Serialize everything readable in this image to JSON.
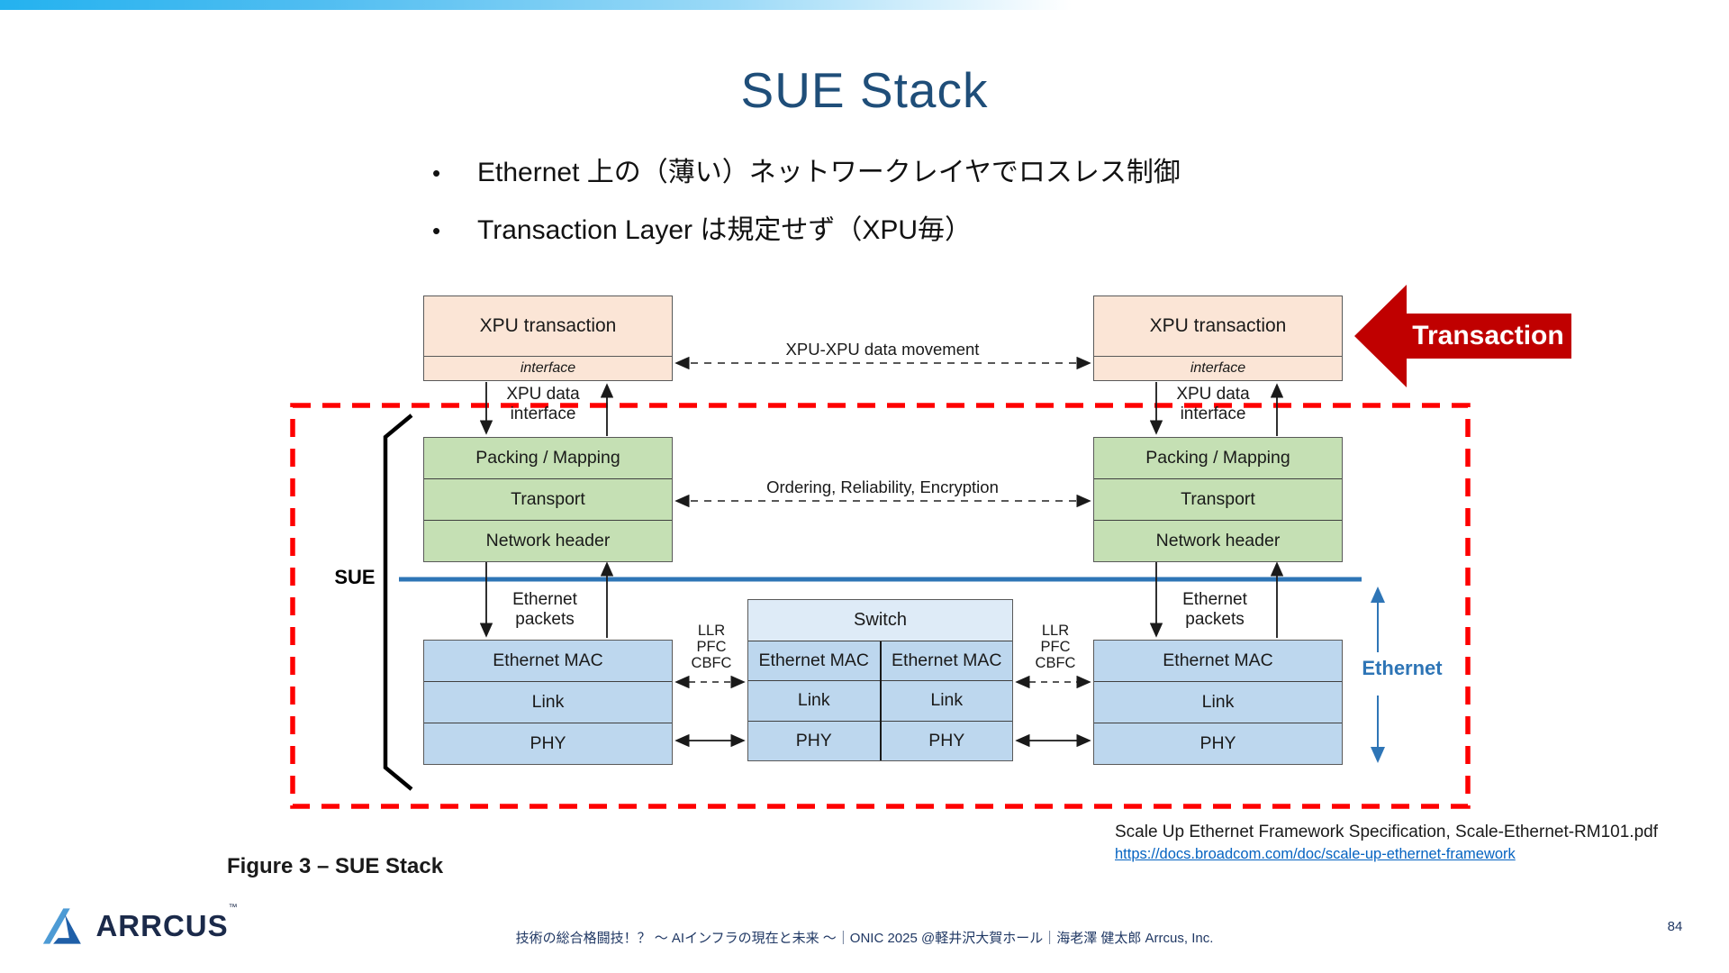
{
  "slide": {
    "title": "SUE Stack",
    "bullets": [
      "Ethernet 上の（薄い）ネットワークレイヤでロスレス制御",
      "Transaction Layer は規定せず（XPU毎）"
    ],
    "figure_caption": "Figure 3 – SUE Stack",
    "citation": {
      "text": "Scale Up Ethernet Framework Specification, Scale-Ethernet-RM101.pdf",
      "link": "https://docs.broadcom.com/doc/scale-up-ethernet-framework"
    },
    "footer": "技術の総合格闘技！？ ～ AIインフラの現在と未来 ～｜ONIC 2025 @軽井沢大賀ホール｜海老澤 健太郎 Arrcus, Inc.",
    "page_number": "84",
    "logo_text": "ARRCUS",
    "logo_tm": "™"
  },
  "diagram": {
    "xpu_box_title": "XPU transaction",
    "xpu_box_sub": "interface",
    "top_arrow_label": "XPU-XPU data movement",
    "mid_arrow_label": "Ordering, Reliability, Encryption",
    "xpu_data_interface_line1": "XPU data",
    "xpu_data_interface_line2": "interface",
    "green_layers": [
      "Packing / Mapping",
      "Transport",
      "Network header"
    ],
    "eth_layers": [
      "Ethernet MAC",
      "Link",
      "PHY"
    ],
    "ethernet_packets_line1": "Ethernet",
    "ethernet_packets_line2": "packets",
    "switch_title": "Switch",
    "llr_lines": [
      "LLR",
      "PFC",
      "CBFC"
    ],
    "sue_label": "SUE",
    "ethernet_label": "Ethernet",
    "transaction_callout": "Transaction",
    "colors": {
      "title_blue": "#1F4E79",
      "xpu_peach": "#FBE5D6",
      "layer_green": "#C5E0B4",
      "eth_blue": "#BDD7EE",
      "switch_header_blue": "#DEEBF7",
      "sue_boundary_red": "#FE0000",
      "transaction_arrow_red": "#C00000",
      "ethernet_line_blue": "#2E75B6",
      "link_blue": "#0563C1",
      "footer_navy": "#203864",
      "topbar_cyan": "#24B2EF"
    }
  }
}
